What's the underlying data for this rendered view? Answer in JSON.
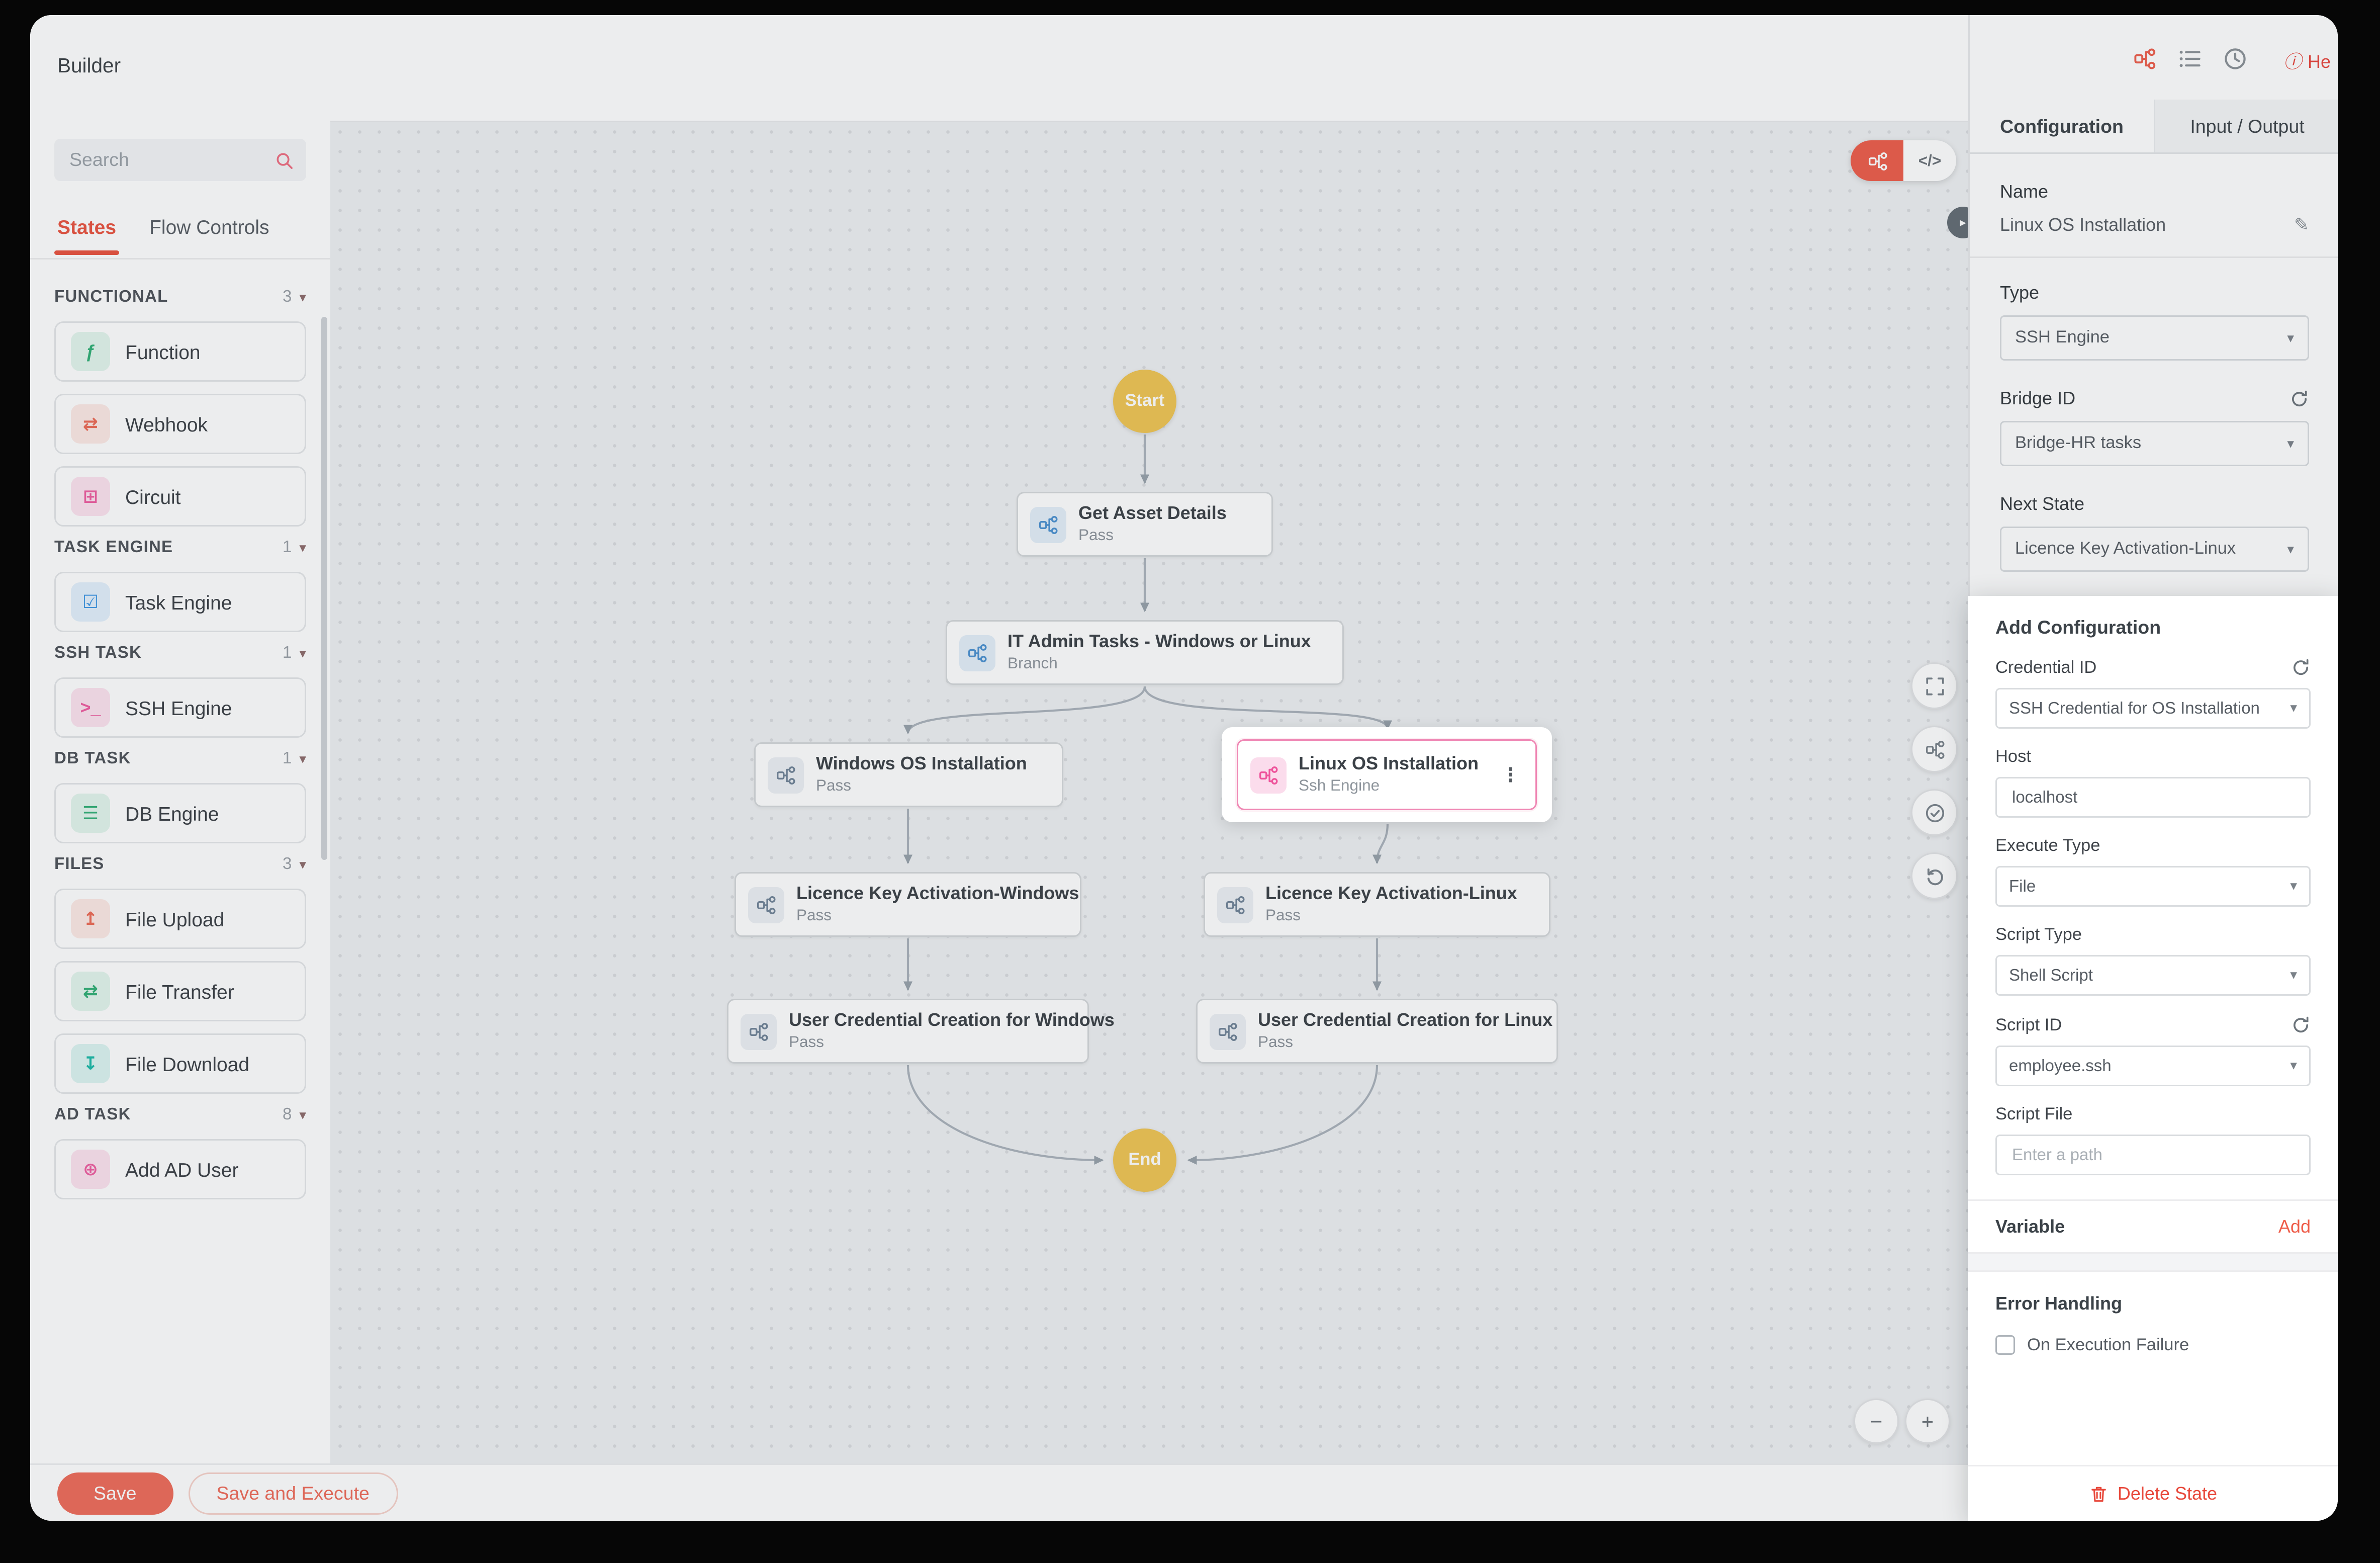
{
  "colors": {
    "accent": "#ee5c49",
    "selected_pink": "#f06292",
    "node_yellow": "#f0c552",
    "canvas_bg": "#eef0f2"
  },
  "icons": {
    "chevron_down": "▾",
    "kebab": "⋮",
    "pencil": "✎",
    "info": "ⓘ",
    "collapse_arrow": "▸",
    "zoom_in": "+",
    "zoom_out": "−",
    "code_toggle": "</>"
  },
  "window": {
    "title": "Builder"
  },
  "sidebar": {
    "search_placeholder": "Search",
    "tabs": [
      {
        "label": "States",
        "active": true
      },
      {
        "label": "Flow Controls",
        "active": false
      }
    ],
    "sections": [
      {
        "title": "FUNCTIONAL",
        "count": "3",
        "items": [
          {
            "label": "Function",
            "icon": "function-icon",
            "glyph": "ƒ",
            "color": "#2fae74"
          },
          {
            "label": "Webhook",
            "icon": "webhook-icon",
            "glyph": "⇄",
            "color": "#ed6a55"
          },
          {
            "label": "Circuit",
            "icon": "circuit-icon",
            "glyph": "⊞",
            "color": "#ef5da0"
          }
        ]
      },
      {
        "title": "TASK ENGINE",
        "count": "1",
        "items": [
          {
            "label": "Task Engine",
            "icon": "task-engine-icon",
            "glyph": "☑",
            "color": "#3f97e4"
          }
        ]
      },
      {
        "title": "SSH TASK",
        "count": "1",
        "items": [
          {
            "label": "SSH Engine",
            "icon": "ssh-engine-icon",
            "glyph": ">_",
            "color": "#ef5da0"
          }
        ]
      },
      {
        "title": "DB TASK",
        "count": "1",
        "items": [
          {
            "label": "DB Engine",
            "icon": "db-engine-icon",
            "glyph": "☰",
            "color": "#2fae74"
          }
        ]
      },
      {
        "title": "FILES",
        "count": "3",
        "items": [
          {
            "label": "File Upload",
            "icon": "file-upload-icon",
            "glyph": "↥",
            "color": "#ed6a55"
          },
          {
            "label": "File Transfer",
            "icon": "file-transfer-icon",
            "glyph": "⇄",
            "color": "#2fae74"
          },
          {
            "label": "File Download",
            "icon": "file-download-icon",
            "glyph": "↧",
            "color": "#19b8a6"
          }
        ]
      },
      {
        "title": "AD TASK",
        "count": "8",
        "items": [
          {
            "label": "Add AD User",
            "icon": "add-ad-user-icon",
            "glyph": "⊕",
            "color": "#ef5da0"
          }
        ]
      }
    ],
    "footer": {
      "save": "Save",
      "save_and_execute": "Save and Execute"
    }
  },
  "canvas": {
    "start_label": "Start",
    "end_label": "End",
    "nodes": {
      "get_asset": {
        "title": "Get Asset Details",
        "subtitle": "Pass"
      },
      "it_admin": {
        "title": "IT Admin Tasks - Windows or Linux",
        "subtitle": "Branch"
      },
      "windows_os": {
        "title": "Windows OS Installation",
        "subtitle": "Pass"
      },
      "linux_os": {
        "title": "Linux OS Installation",
        "subtitle": "Ssh Engine",
        "selected": true
      },
      "licence_windows": {
        "title": "Licence Key Activation-Windows",
        "subtitle": "Pass"
      },
      "licence_linux": {
        "title": "Licence Key Activation-Linux",
        "subtitle": "Pass"
      },
      "user_windows": {
        "title": "User Credential Creation for Windows",
        "subtitle": "Pass"
      },
      "user_linux": {
        "title": "User Credential Creation for Linux",
        "subtitle": "Pass"
      }
    }
  },
  "panel": {
    "help_label": "He",
    "tabs": [
      {
        "label": "Configuration",
        "active": true
      },
      {
        "label": "Input / Output",
        "active": false
      }
    ],
    "name_label": "Name",
    "name_value": "Linux OS Installation",
    "type_label": "Type",
    "type_value": "SSH Engine",
    "bridge_label": "Bridge ID",
    "bridge_value": "Bridge-HR tasks",
    "next_state_label": "Next State",
    "next_state_value": "Licence Key Activation-Linux",
    "add_config": {
      "title": "Add Configuration",
      "credential_label": "Credential ID",
      "credential_value": "SSH Credential for OS Installation",
      "host_label": "Host",
      "host_value": "localhost",
      "execute_type_label": "Execute Type",
      "execute_type_value": "File",
      "script_type_label": "Script Type",
      "script_type_value": "Shell Script",
      "script_id_label": "Script ID",
      "script_id_value": "employee.ssh",
      "script_file_label": "Script File",
      "script_file_placeholder": "Enter a path",
      "variable_label": "Variable",
      "variable_add_label": "Add",
      "error_handling_label": "Error Handling",
      "on_execution_failure_label": "On Execution Failure",
      "delete_state_label": "Delete State"
    }
  }
}
